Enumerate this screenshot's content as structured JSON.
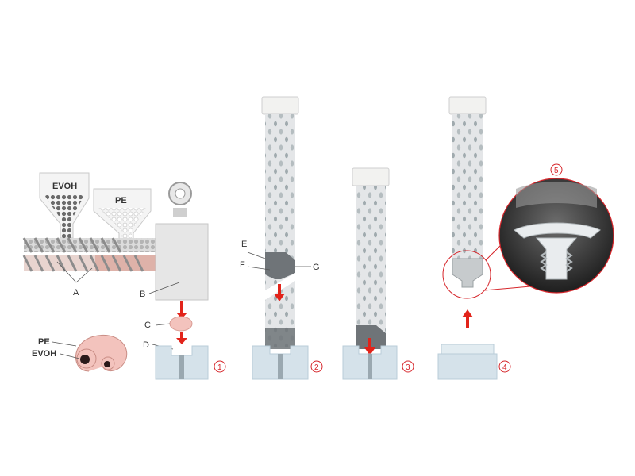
{
  "hoppers": {
    "left": "EVOH",
    "right": "PE"
  },
  "callouts": {
    "A": "A",
    "B": "B",
    "C": "C",
    "D": "D",
    "E": "E",
    "F": "F",
    "G": "G"
  },
  "layers": {
    "outer": "PE",
    "inner": "EVOH"
  },
  "steps": [
    "1",
    "2",
    "3",
    "4",
    "5"
  ],
  "colors": {
    "arrow": "#e2231a",
    "step_circle": "#d6262b",
    "tube_cap": "#f2f2f0",
    "tube_body": "#e4e6e8",
    "mold": "#d5e2ea",
    "melt": "#f3c3bd",
    "head": "#6f7478"
  }
}
